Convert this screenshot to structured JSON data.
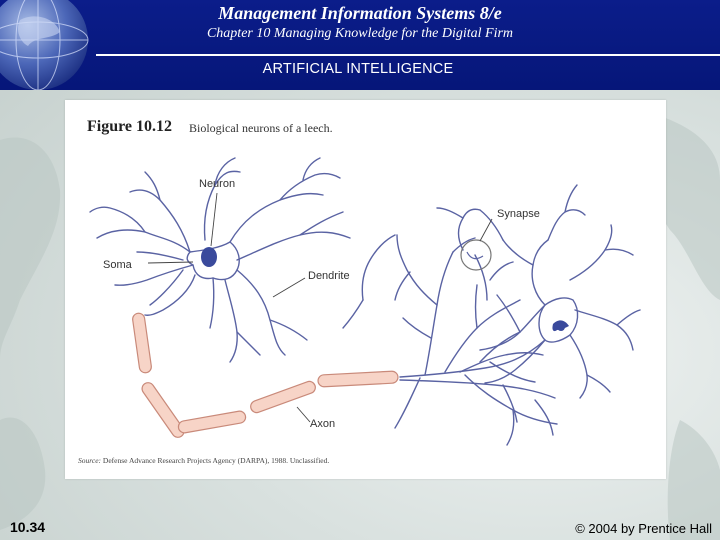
{
  "header": {
    "title": "Management Information Systems 8/e",
    "subtitle": "Chapter 10 Managing Knowledge for the Digital Firm",
    "section": "ARTIFICIAL INTELLIGENCE"
  },
  "figure": {
    "number": "Figure 10.12",
    "caption": "Biological neurons of a leech.",
    "labels": {
      "neuron": "Neuron",
      "soma": "Soma",
      "dendrite": "Dendrite",
      "synapse": "Synapse",
      "axon": "Axon"
    },
    "source_prefix": "Source:",
    "source_text": "Defense Advance Research Projects Agency (DARPA), 1988. Unclassified."
  },
  "footer": {
    "slide_number": "10.34",
    "copyright": "© 2004 by Prentice Hall"
  },
  "colors": {
    "header_bg": "#061679",
    "neuron_line": "#5a63a3",
    "nucleus": "#3a4a9c",
    "axon_fill": "#f7d4c7",
    "axon_stroke": "#c98a7a"
  }
}
